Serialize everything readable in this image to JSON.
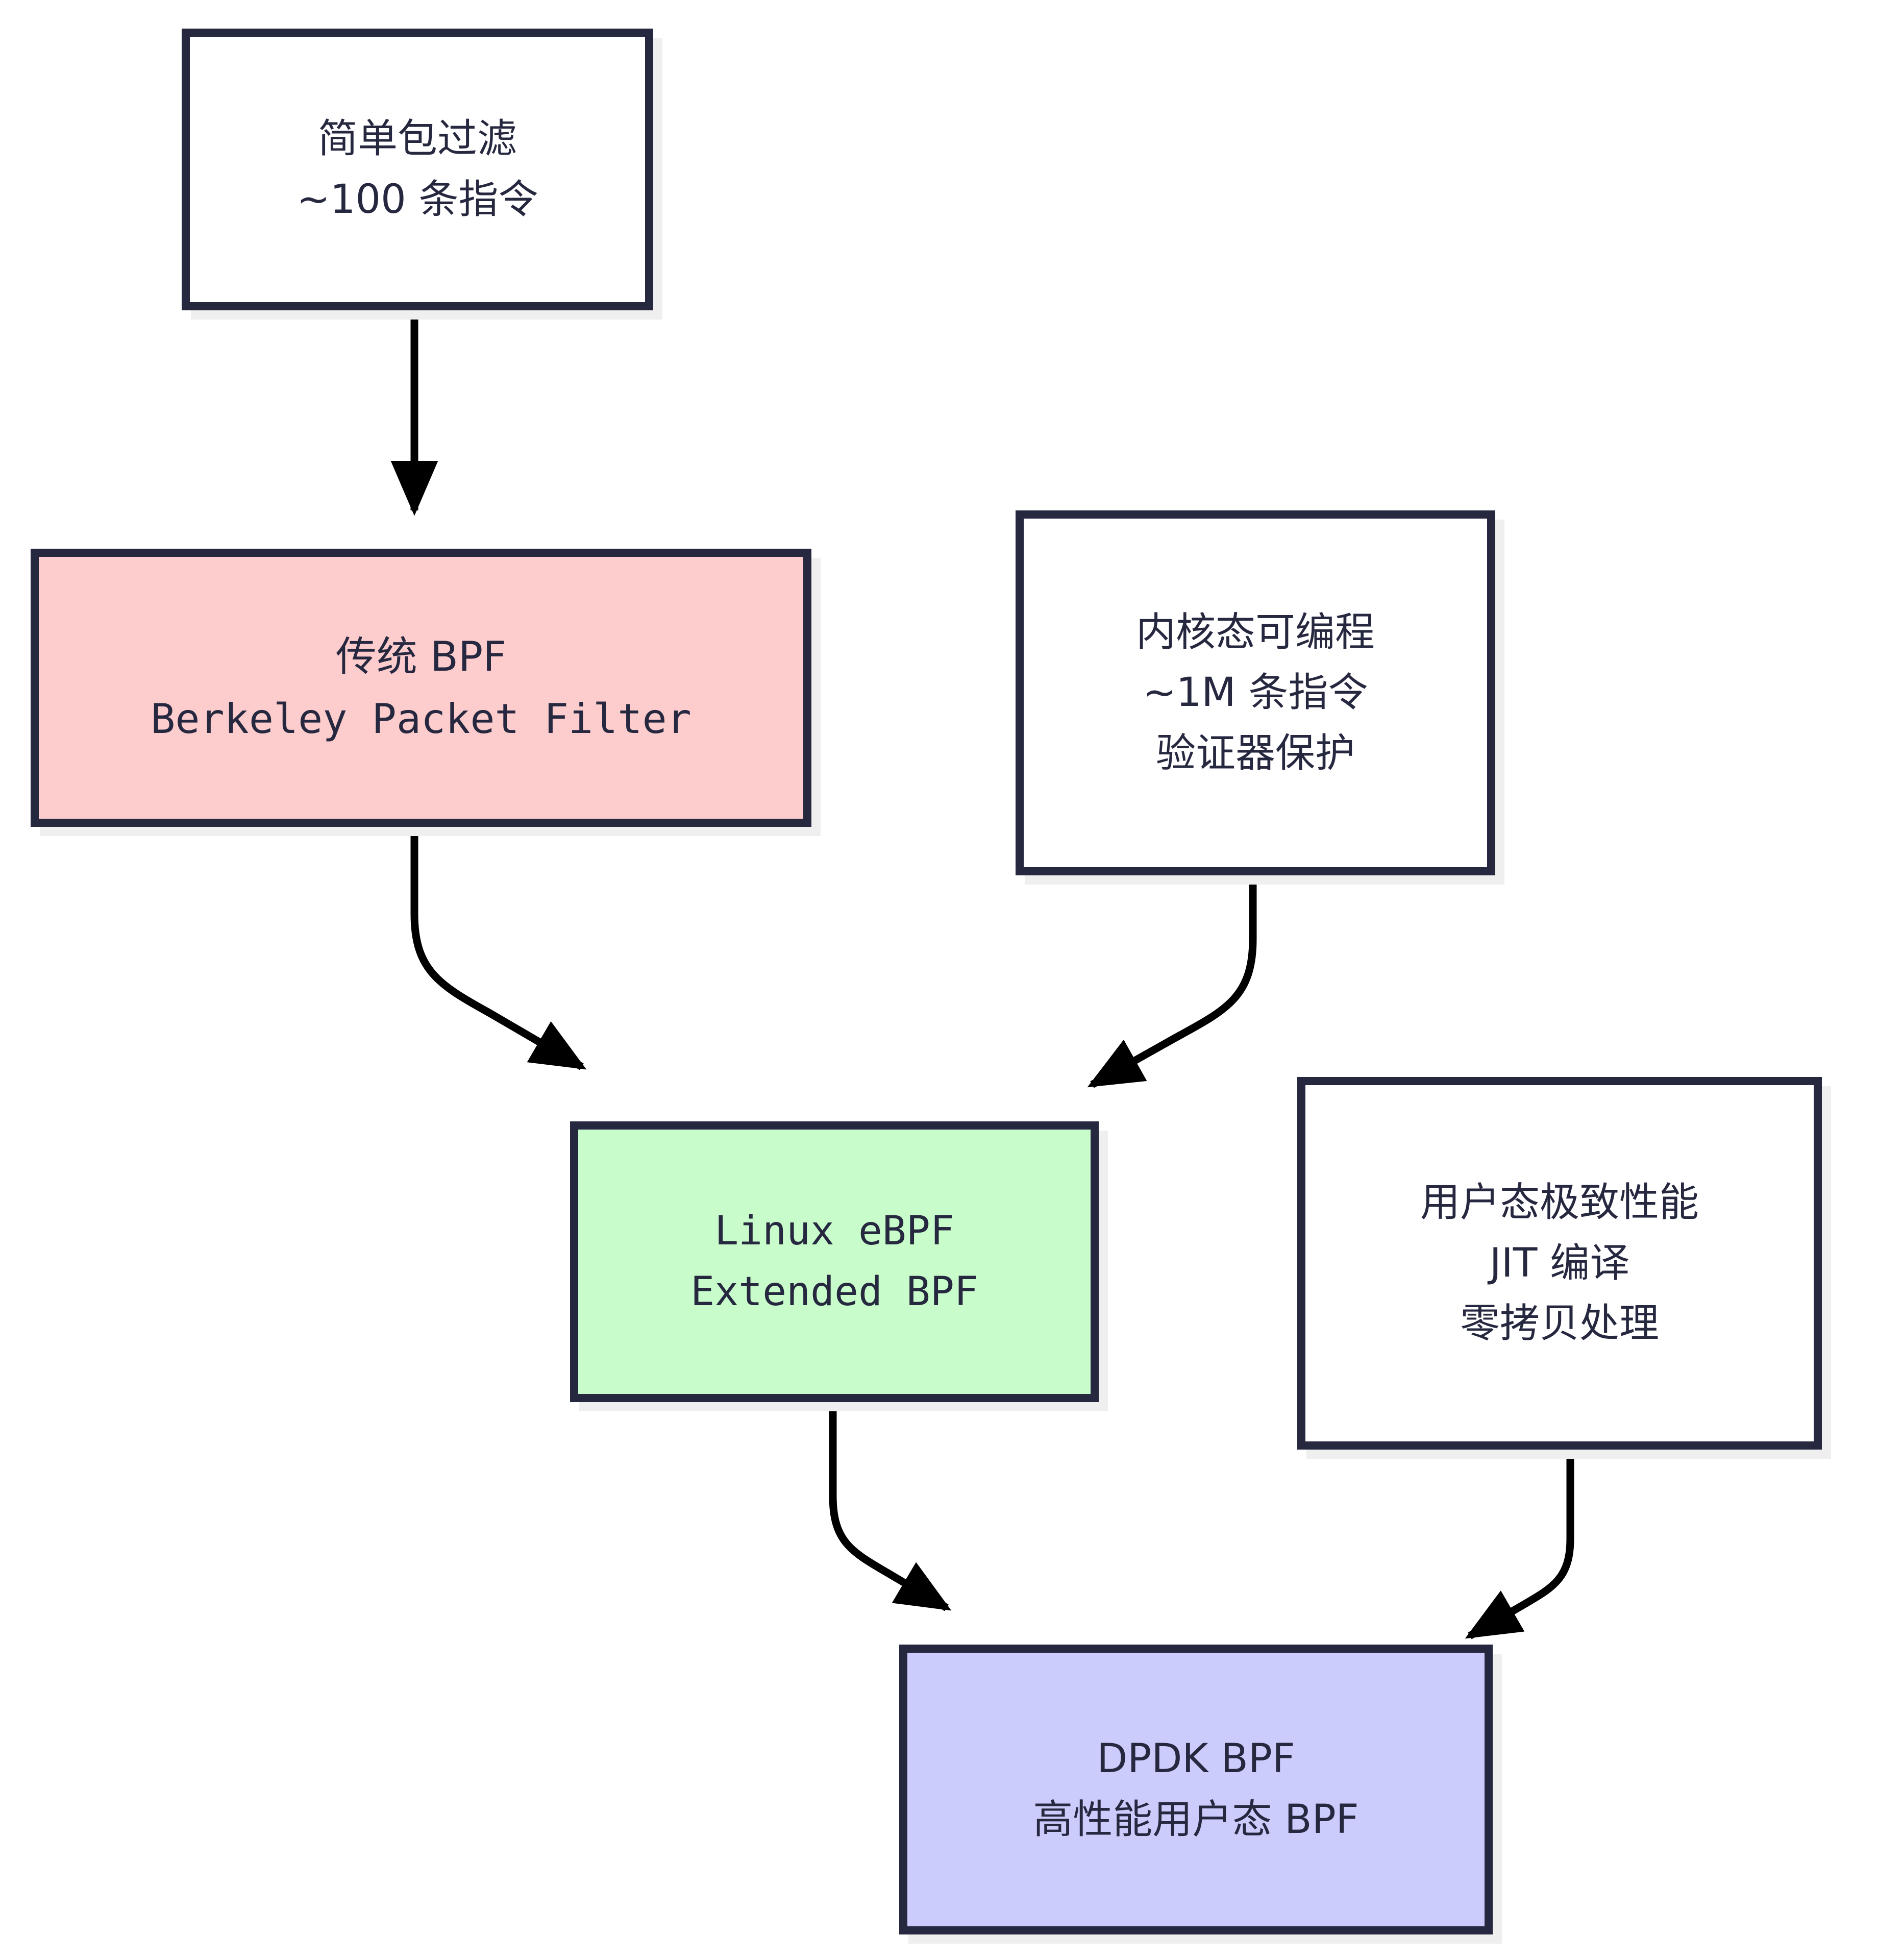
{
  "diagram": {
    "type": "flowchart",
    "direction": "top-down",
    "theme": {
      "background": "#ffffff",
      "border_color": "#262840",
      "text_color": "#262840",
      "edge_color": "#000000",
      "shadow_color": "#efefef",
      "fill_default": "#ffffff",
      "fill_classic_bpf": "#fdcdcd",
      "fill_linux_ebpf": "#c9fccb",
      "fill_dpdk_bpf": "#cbccfb"
    },
    "nodes": [
      {
        "id": "simple-filter",
        "lines": [
          "简单包过滤",
          "~100 条指令"
        ],
        "fill": "#ffffff"
      },
      {
        "id": "classic-bpf",
        "lines": [
          "传统 BPF",
          "Berkeley Packet Filter"
        ],
        "fill": "#fdcdcd"
      },
      {
        "id": "kernel-prog",
        "lines": [
          "内核态可编程",
          "~1M 条指令",
          "验证器保护"
        ],
        "fill": "#ffffff"
      },
      {
        "id": "linux-ebpf",
        "lines": [
          "Linux eBPF",
          "Extended BPF"
        ],
        "fill": "#c9fccb"
      },
      {
        "id": "user-perf",
        "lines": [
          "用户态极致性能",
          "JIT 编译",
          "零拷贝处理"
        ],
        "fill": "#ffffff"
      },
      {
        "id": "dpdk-bpf",
        "lines": [
          "DPDK BPF",
          "高性能用户态 BPF"
        ],
        "fill": "#cbccfb"
      }
    ],
    "edges": [
      {
        "id": "e1",
        "from": "simple-filter",
        "to": "classic-bpf",
        "style": "straight",
        "arrowhead": "solid-triangle"
      },
      {
        "id": "e2",
        "from": "classic-bpf",
        "to": "linux-ebpf",
        "style": "curved",
        "arrowhead": "solid-triangle"
      },
      {
        "id": "e3",
        "from": "kernel-prog",
        "to": "linux-ebpf",
        "style": "curved",
        "arrowhead": "solid-triangle"
      },
      {
        "id": "e4",
        "from": "linux-ebpf",
        "to": "dpdk-bpf",
        "style": "curved",
        "arrowhead": "solid-triangle"
      },
      {
        "id": "e5",
        "from": "user-perf",
        "to": "dpdk-bpf",
        "style": "curved",
        "arrowhead": "solid-triangle"
      }
    ]
  }
}
